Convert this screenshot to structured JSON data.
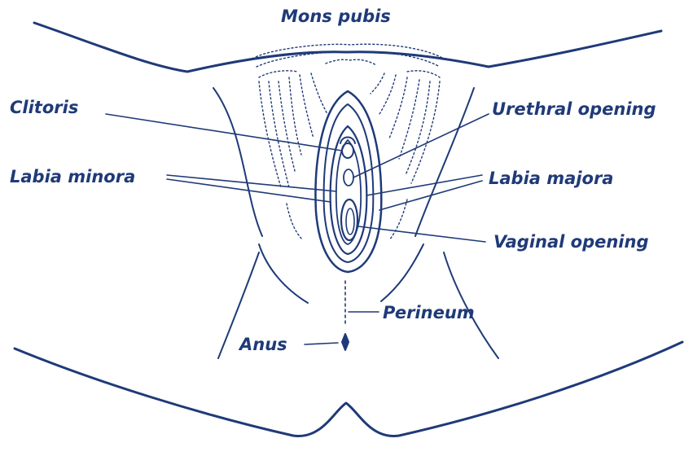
{
  "labels": {
    "mons_pubis": "Mons pubis",
    "clitoris": "Clitoris",
    "urethral_opening": "Urethral opening",
    "labia_minora": "Labia minora",
    "labia_majora": "Labia majora",
    "vaginal_opening": "Vaginal opening",
    "perineum": "Perineum",
    "anus": "Anus"
  },
  "colors": {
    "ink": "#1f3a78",
    "background": "#ffffff"
  }
}
